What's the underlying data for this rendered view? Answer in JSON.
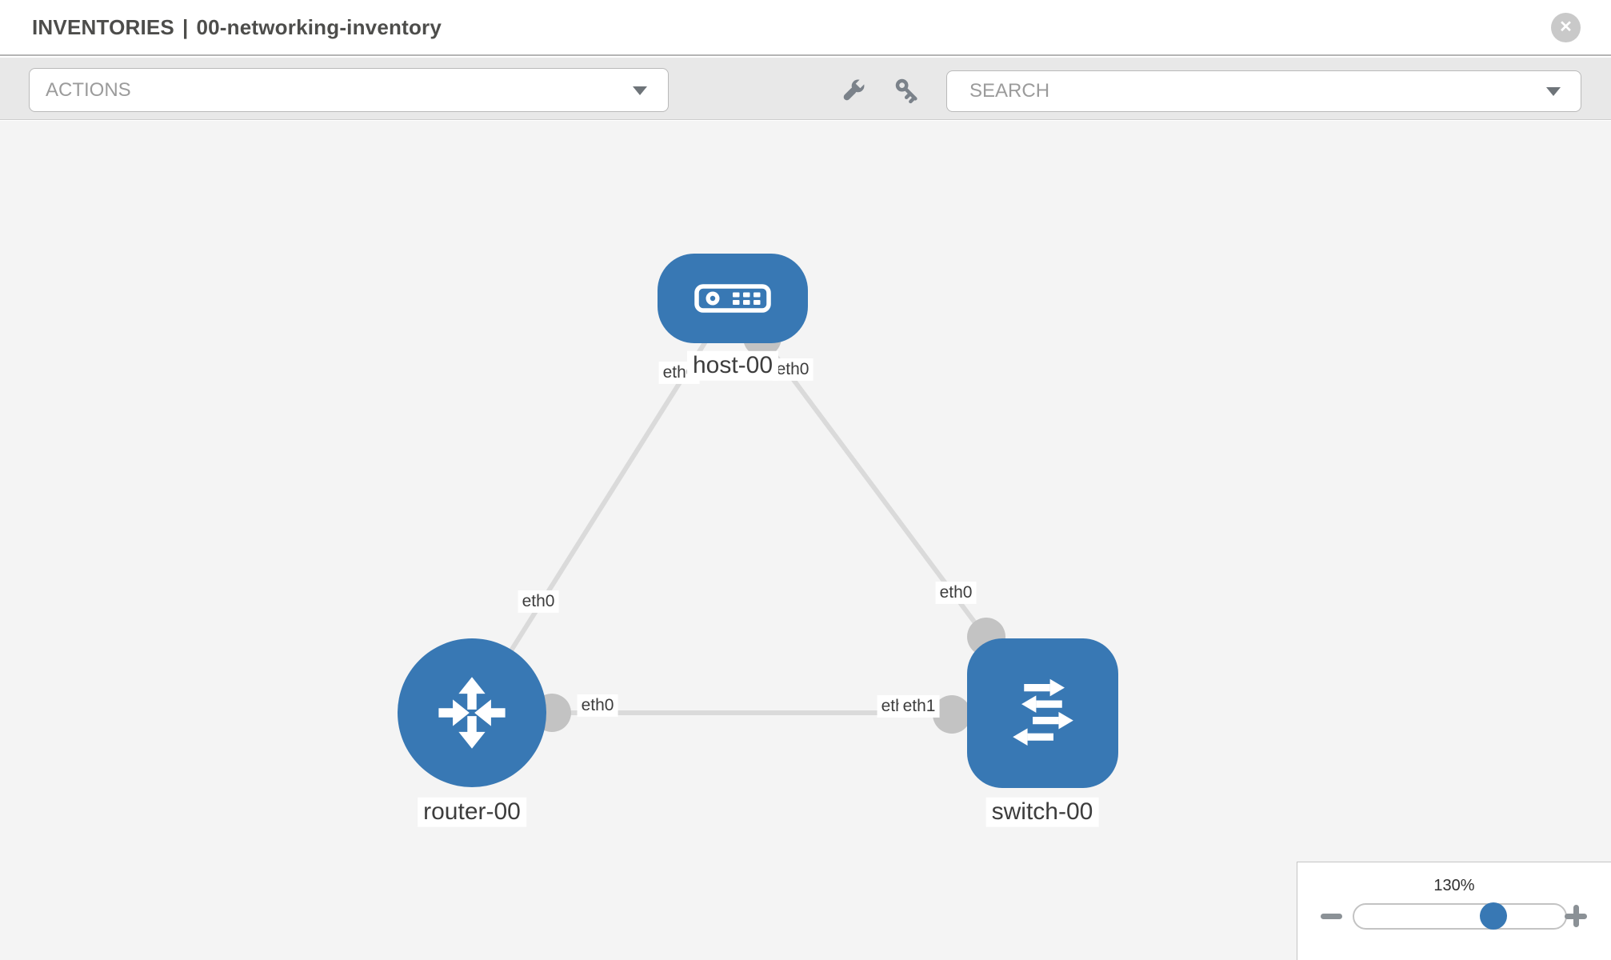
{
  "header": {
    "section": "INVENTORIES",
    "separator": "|",
    "inventory_name": "00-networking-inventory"
  },
  "toolbar": {
    "actions_label": "ACTIONS",
    "search_placeholder": "SEARCH"
  },
  "icons": {
    "close": "circle-x-icon",
    "wrench": "wrench-icon",
    "key": "key-icon",
    "actions_caret": "chevron-down-icon",
    "search_caret": "chevron-down-icon",
    "host": "server-icon",
    "router": "router-arrows-icon",
    "switch": "switch-arrows-icon",
    "zoom_out": "minus-icon",
    "zoom_in": "plus-icon"
  },
  "colors": {
    "node_blue": "#3878b4",
    "edge_gray": "#dadada",
    "port_gray": "#c3c3c3",
    "canvas_bg": "#f4f4f4",
    "toolbar_bg": "#e8e8e8"
  },
  "diagram": {
    "nodes": [
      {
        "id": "host-00",
        "type": "host",
        "label": "host-00"
      },
      {
        "id": "router-00",
        "type": "router",
        "label": "router-00"
      },
      {
        "id": "switch-00",
        "type": "switch",
        "label": "switch-00"
      }
    ],
    "edges": [
      {
        "from": "host-00",
        "to": "router-00",
        "from_interface": "eth0",
        "to_interface": "eth0"
      },
      {
        "from": "host-00",
        "to": "switch-00",
        "from_interface": "eth0",
        "to_interface": "eth0"
      },
      {
        "from": "router-00",
        "to": "switch-00",
        "from_interface": "eth0",
        "to_interface": "eth1"
      }
    ]
  },
  "zoom_control": {
    "level": "130%"
  }
}
